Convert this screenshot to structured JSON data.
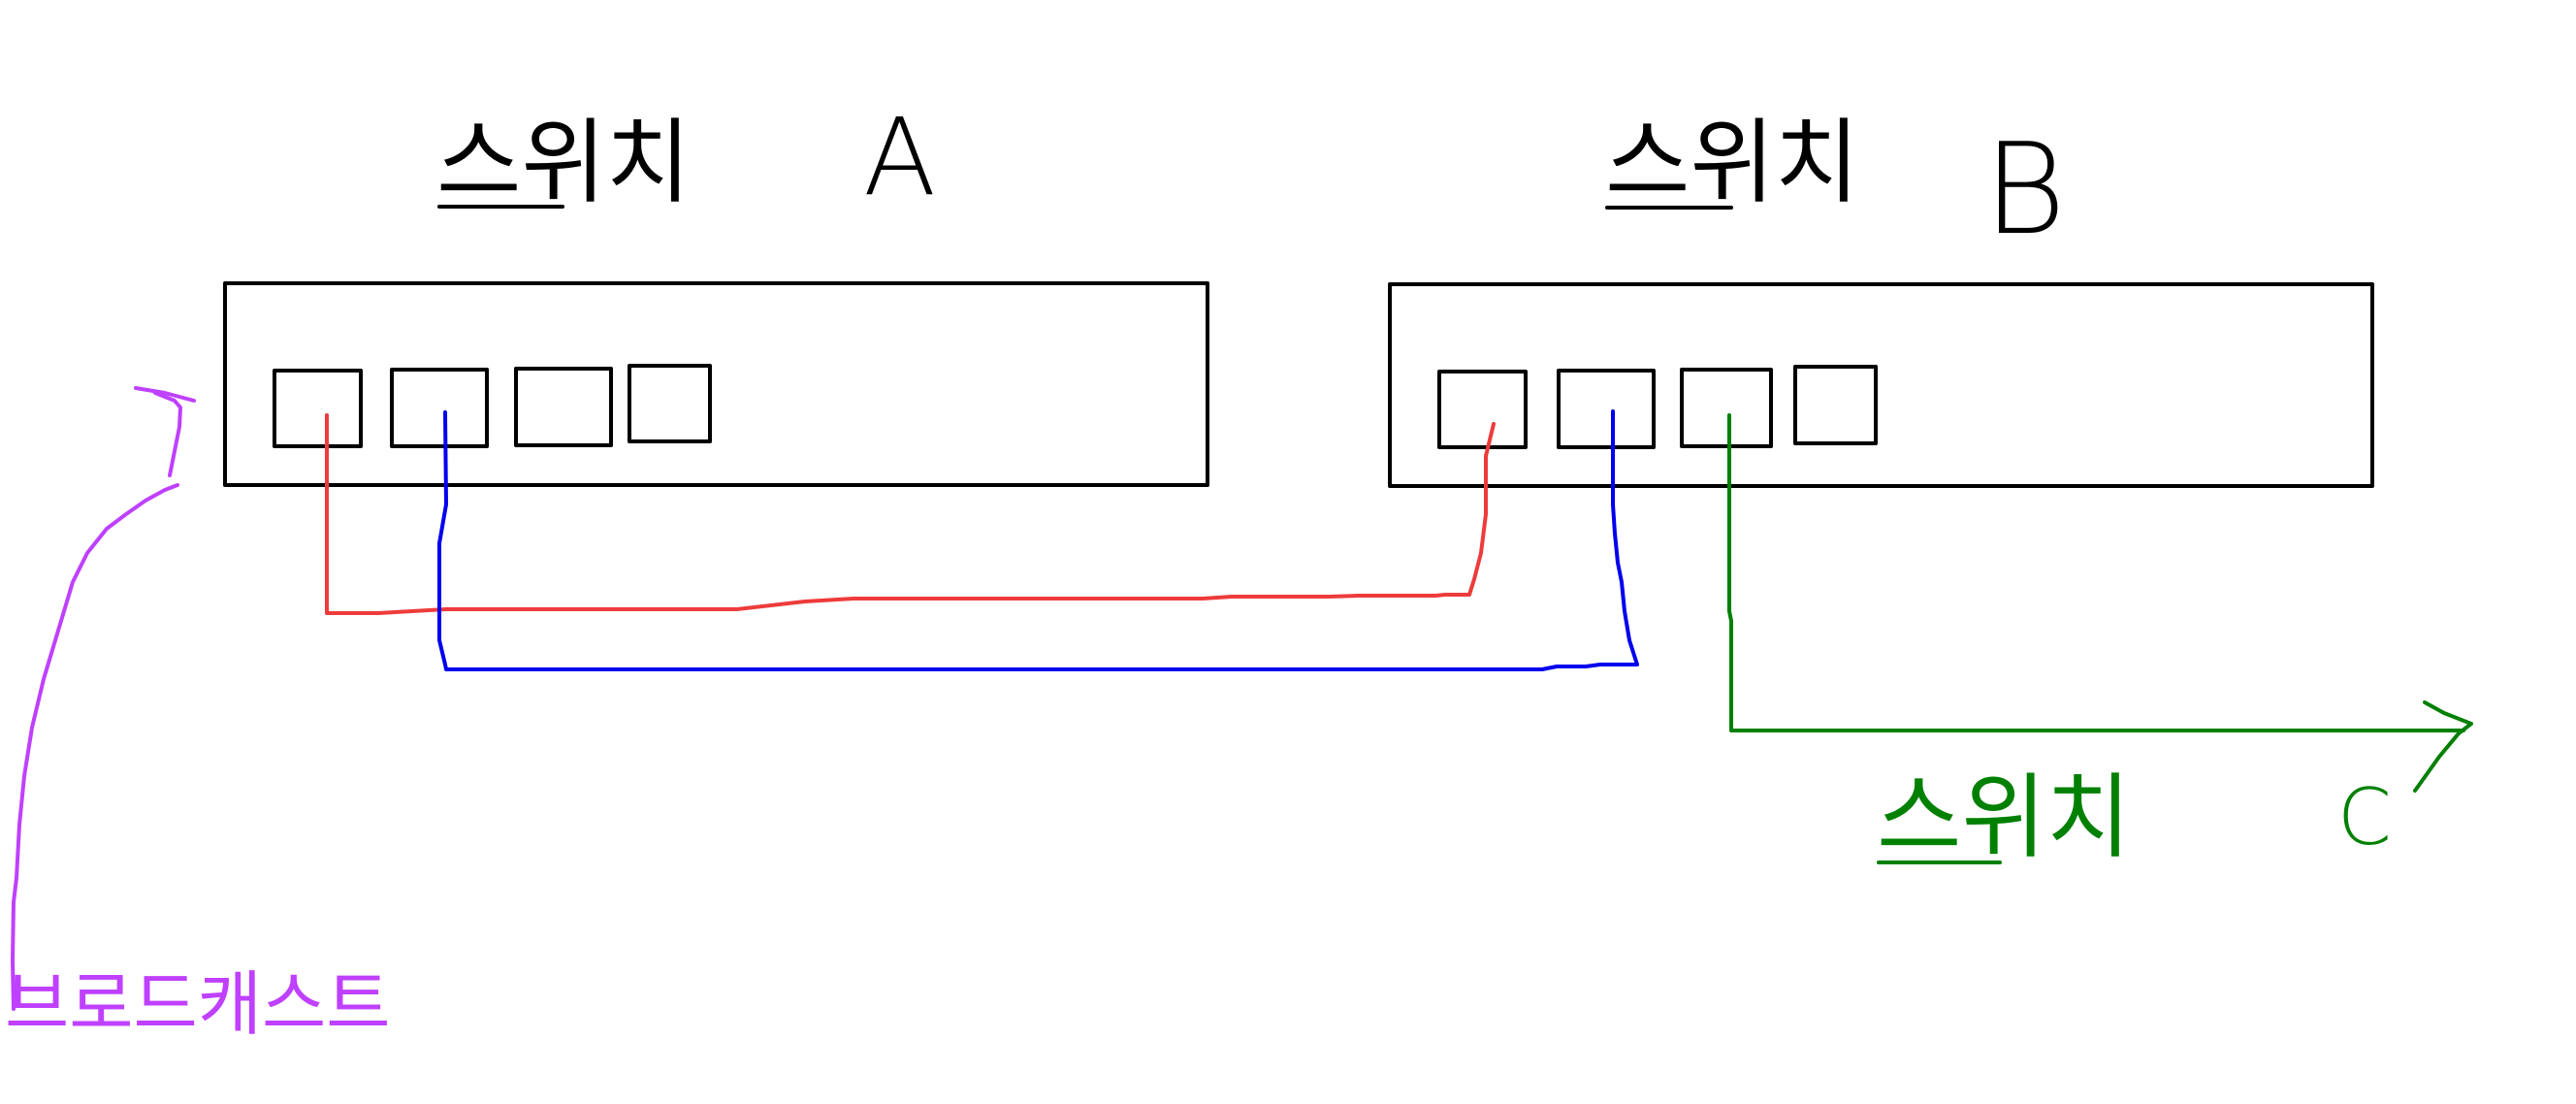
{
  "switches": [
    {
      "name": "스위치",
      "id": "A",
      "color": "#000000",
      "ports": 4
    },
    {
      "name": "스위치",
      "id": "B",
      "color": "#000000",
      "ports": 4
    },
    {
      "name": "스위치",
      "id": "C",
      "color": "#008000"
    }
  ],
  "broadcast": {
    "label": "브로드캐스트",
    "color": "#bf40ff"
  },
  "links": [
    {
      "from": "A port 1",
      "to": "B port 1",
      "color": "#ee3b3b"
    },
    {
      "from": "A port 2",
      "to": "B port 2",
      "color": "#0000ee"
    },
    {
      "from": "B port 3",
      "to": "C",
      "color": "#008000"
    }
  ]
}
